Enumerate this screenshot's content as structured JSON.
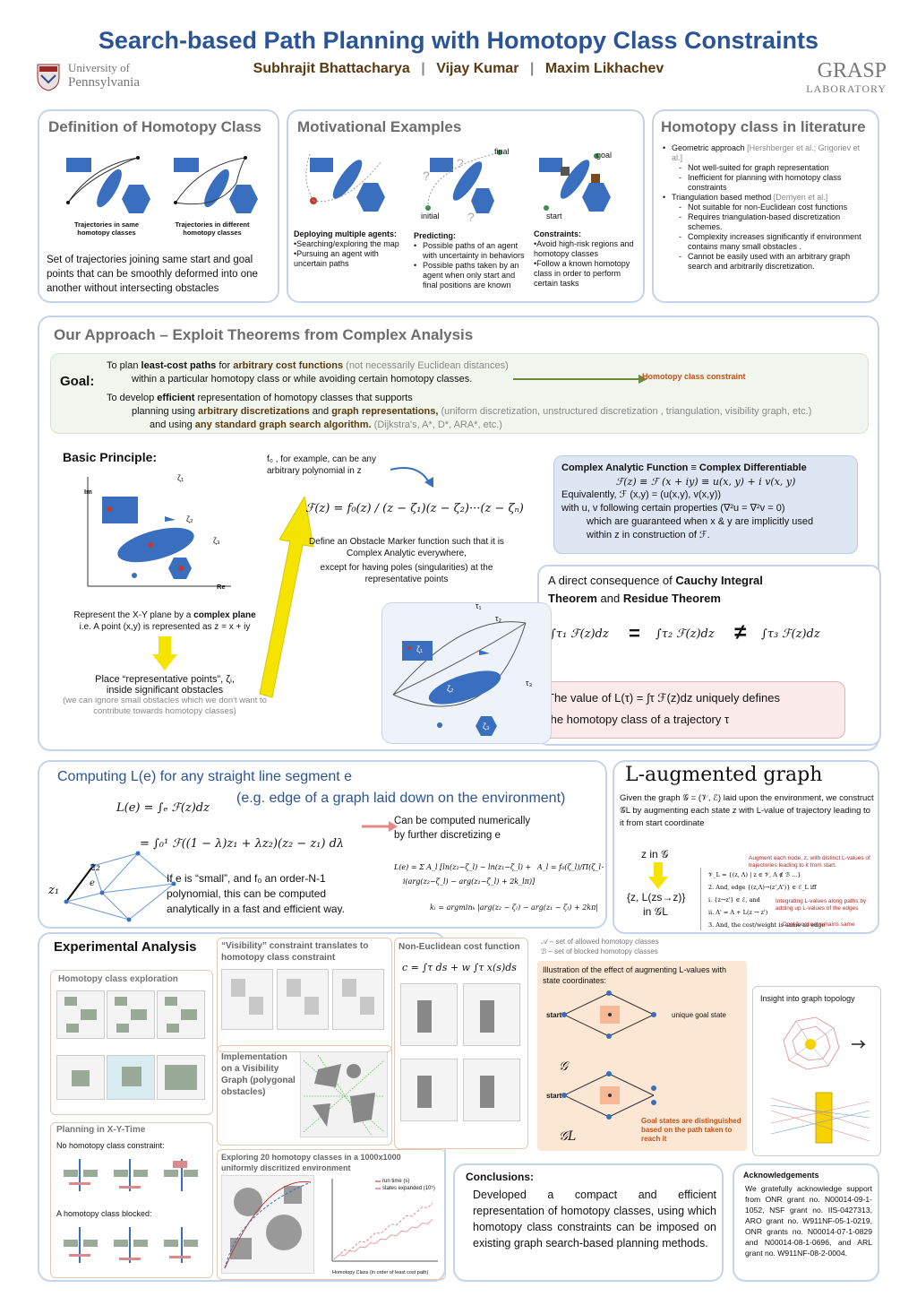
{
  "header": {
    "title": "Search-based Path Planning with Homotopy Class Constraints",
    "authors": [
      "Subhrajit Bhattacharya",
      "Vijay Kumar",
      "Maxim Likhachev"
    ],
    "separator": "|",
    "penn_line1": "University of",
    "penn_line2": "Pennsylvania",
    "grasp_line1": "GRASP",
    "grasp_line2": "LABORATORY"
  },
  "definition": {
    "title": "Definition of Homotopy Class",
    "cap1": "Trajectories in same homotopy classes",
    "cap2": "Trajectories in different homotopy classes",
    "text": "Set of trajectories joining same start and goal points that can be smoothly deformed into one another without intersecting obstacles"
  },
  "motivation": {
    "title": "Motivational Examples",
    "lbl_final": "final",
    "lbl_initial": "initial",
    "lbl_goal": "goal",
    "lbl_start": "start",
    "q": "?",
    "col1_title": "Deploying multiple agents:",
    "col1_items": [
      "Searching/exploring the map",
      "Pursuing an agent with uncertain paths"
    ],
    "col2_title": "Predicting:",
    "col2_items": [
      "Possible paths of an agent with uncertainty in behaviors",
      "Possible paths taken by an agent when only start and final positions are known"
    ],
    "col3_title": "Constraints:",
    "col3_items": [
      "Avoid high-risk regions and homotopy classes",
      "Follow a known homotopy class in order to perform certain tasks"
    ]
  },
  "literature": {
    "title": "Homotopy class in literature",
    "b1": "Geometric approach",
    "b1_ref": "[Hershberger et al.; Grigoriev et al.]",
    "b1_subs": [
      "Not well-suited for graph representation",
      "Inefficient for planning with homotopy class constraints"
    ],
    "b2": "Triangulation based method",
    "b2_ref": "[Demyen et al.]",
    "b2_subs": [
      "Not suitable for non-Euclidean cost functions",
      "Requires triangulation-based discretization schemes.",
      "Complexity increases significantly if environment contains many small obstacles .",
      "Cannot be easily used with an arbitrary graph search and arbitrarily discretization."
    ]
  },
  "approach": {
    "title": "Our Approach – Exploit Theorems from Complex Analysis",
    "goal_label": "Goal:",
    "g1a": "To plan ",
    "g1b": "least-cost paths",
    "g1c": " for ",
    "g1d": "arbitrary cost functions",
    "g1e": " (not necessarily Euclidean distances)",
    "g2": "within a particular homotopy class or while avoiding certain homotopy classes.",
    "arrow_label": "Homotopy class constraint",
    "g3a": "To develop ",
    "g3b": "efficient",
    "g3c": " representation of homotopy classes that supports",
    "g4a": "planning using ",
    "g4b": "arbitrary discretizations",
    "g4c": " and ",
    "g4d": "graph representations,",
    "g4e": " (uniform discretization, unstructured discretization , triangulation, visibility graph, etc.)",
    "g5a": "and using ",
    "g5b": "any standard graph search algorithm.",
    "g5c": " (Dijkstra's, A*, D*, ARA*, etc.)",
    "basic": "Basic Principle:",
    "im": "Im",
    "re": "Re",
    "z1": "ζ₁",
    "z2": "ζ₂",
    "z3": "ζ₃",
    "rep1a": "Represent the X-Y plane by a ",
    "rep1b": "complex plane",
    "rep2": "i.e. A point (x,y) is represented as  z = x + iy",
    "place1": "Place “representative points”, ζᵢ,",
    "place2": "inside significant obstacles",
    "place3": "(we can ignore small obstacles which we don't want to contribute towards homotopy classes)",
    "f0note": "f₀ , for example, can be any arbitrary polynomial in z",
    "formula": "ℱ(z) = f₀(z) / (z − ζ₁)(z − ζ₂)···(z − ζₙ)",
    "om1": "Define an Obstacle Marker function such that it is Complex Analytic everywhere,",
    "om2": "except for having poles (singularities) at the representative points",
    "cab_title": "Complex Analytic Function  ≡  Complex Differentiable",
    "cab_l1": "ℱ(z) ≡ ℱ (x + iy) ≡ u(x, y) + i v(x, y)",
    "cab_l2": "Equivalently, ℱ (x,y) = (u(x,y), v(x,y))",
    "cab_l3": "with u, v following certain properties (∇²u = ∇²v = 0)",
    "cab_l4": "which are guaranteed when x & y are implicitly used",
    "cab_l5": "within z in construction of ℱ.",
    "cauchy_a": "A direct consequence of ",
    "cauchy_b": "Cauchy Integral Theorem",
    "cauchy_c": " and ",
    "cauchy_d": "Residue Theorem",
    "int1": "∫τ₁ ℱ(z)dz",
    "eq": "=",
    "int2": "∫τ₂ ℱ(z)dz",
    "neq": "≠",
    "int3": "∫τ₃ ℱ(z)dz",
    "value_a": "The value of  L(τ) = ∫τ ℱ(z)dz  uniquely defines",
    "value_b": "the homotopy class of a trajectory τ",
    "t1": "τ₁",
    "t2": "τ₂",
    "t3": "τ₃"
  },
  "computing": {
    "title_a": "Computing L(e) for any straight line segment e",
    "title_b": "(e.g. edge of a graph laid down on the environment)",
    "eq1": "L(e) = ∫ₑ ℱ(z)dz",
    "eq2": "= ∫₀¹ ℱ((1 − λ)z₁ + λz₂)(z₂ − z₁) dλ",
    "num1": "Can be computed numerically",
    "num2": "by further discretizing e",
    "small1": "If e is “small”, and f₀ an order-N-1",
    "small2": "polynomial, this can be computed",
    "small3": "analytically in a fast and efficient way.",
    "lbl_z1": "z₁",
    "lbl_z2": "z₂",
    "lbl_e": "e",
    "k_eq": "kₗ = argminₖ |arg(z₂ − ζₗ) − arg(z₁ − ζₗ) + 2kπ|"
  },
  "laug": {
    "title": "L-augmented graph",
    "text": "Given the graph 𝒢 = (𝒱, ℰ) laid upon the environment, we construct 𝒢L by augmenting each state z with L-value of trajectory leading to it from start coordinate",
    "zin": "z in 𝒢",
    "zl": "{z, L(zs→z)}",
    "inGL": "in 𝒢L",
    "note1": "Augment each node, z, with distinct L-values of trajectories leading to it from start.",
    "note2": "Integrating L-values along paths by adding up L-values of the edges",
    "note3": "Cost function remains same"
  },
  "experimental": {
    "title": "Experimental Analysis",
    "explore": "Homotopy class exploration",
    "planning": "Planning in X-Y-Time",
    "noc": "No homotopy class constraint:",
    "blocked": "A homotopy class blocked:",
    "vis_title": "“Visibility” constraint translates to homotopy class constraint",
    "impl": "Implementation on a Visibility Graph (polygonal obstacles)",
    "noneuc": "Non-Euclidean cost function",
    "noneuc_eq": "c = ∫τ ds + w ∫τ x(s)ds",
    "explore20": "Exploring 20 homotopy classes in a 1000x1000 uniformly discritized environment",
    "legend1": "run time (s)",
    "legend2": "states expanded (10⁵)",
    "xaxis": "Homotopy Class (in order of least cost path)"
  },
  "illustration": {
    "allowed": "𝒜 – set of allowed homotopy classes",
    "blocked": "ℬ – set of blocked homotopy classes",
    "title": "Illustration of the effect of augmenting L-values with state coordinates:",
    "start": "start",
    "goal": "unique goal state",
    "G": "𝒢",
    "GL": "𝒢L",
    "goaldist": "Goal states are distinguished based on the path taken to reach it",
    "insight": "Insight into graph topology"
  },
  "conclusions": {
    "title": "Conclusions:",
    "text": "Developed a compact and efficient representation of homotopy classes, using which homotopy class constraints can be imposed on existing graph search-based planning methods."
  },
  "acknowledgements": {
    "title": "Acknowledgements",
    "text": "We gratefully acknowledge support from ONR grant no. N00014-09-1-1052, NSF grant no. IIS-0427313, ARO grant no. W911NF-05-1-0219, ONR grants no. N00014-07-1-0829 and N00014-08-1-0696, and ARL grant no. W911NF-08-2-0004."
  },
  "colors": {
    "title": "#2a5496",
    "author": "#5a3a10",
    "panel_border": "#c6d4ea",
    "obstacle": "#3a6fbf",
    "accent_red": "#c0392b",
    "yellow": "#f5e400"
  }
}
